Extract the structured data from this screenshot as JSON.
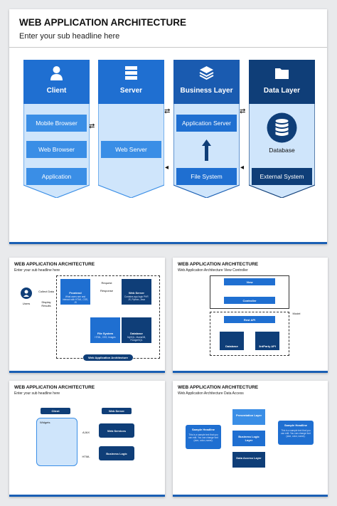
{
  "main": {
    "title": "WEB APPLICATION ARCHITECTURE",
    "subtitle": "Enter your sub headline here",
    "columns": [
      {
        "label": "Client",
        "icon": "user-icon",
        "items": [
          "Mobile Browser",
          "Web Browser",
          "Application"
        ]
      },
      {
        "label": "Server",
        "icon": "server-icon",
        "items": [
          "Web Server"
        ]
      },
      {
        "label": "Business Layer",
        "icon": "layers-icon",
        "items": [
          "Application Server",
          "File System"
        ]
      },
      {
        "label": "Data Layer",
        "icon": "folder-icon",
        "items": [
          "Database",
          "External System"
        ]
      }
    ],
    "colors": {
      "accent": "#1a5fb4",
      "light": "#cfe5fb",
      "dark": "#0f3e78"
    }
  },
  "thumb1": {
    "title": "WEB APPLICATION ARCHITECTURE",
    "subtitle": "Enter your sub headline here",
    "users": "Users",
    "collect": "Collect Data",
    "display": "Display Results",
    "request": "Request",
    "response": "Response",
    "frontend": "Frontend",
    "frontend_desc": "What users see and interact with HTML, CSS, JS",
    "webserver": "Web Server",
    "webserver_desc": "Contains app logic PHP, JS, Python, Java",
    "filesystem": "File System",
    "filesystem_desc": "HTML, CSS, Images",
    "database": "Database",
    "database_desc": "MySQL, MariaDB, PostgreSQL",
    "footer": "Web Application Architecture"
  },
  "thumb2": {
    "title": "WEB APPLICATION ARCHITECTURE",
    "subtitle": "Web Application Architecture View Controller",
    "view": "View",
    "controller": "Controller",
    "restapi": "Rest API",
    "model": "Model",
    "database": "Database",
    "thirdparty": "3rdParty API"
  },
  "thumb3": {
    "title": "WEB APPLICATION ARCHITECTURE",
    "subtitle": "Enter your sub headline here",
    "client": "Client",
    "widgets": "Widgets",
    "webserver": "Web Server",
    "webservices": "Web Services",
    "businesslogic": "Business Logic",
    "ajax": "AJAX",
    "html": "HTML"
  },
  "thumb4": {
    "title": "WEB APPLICATION ARCHITECTURE",
    "subtitle": "Web Application Architecture Data Access",
    "presentation": "Presentation Layer",
    "business": "Business Logic Layer",
    "dataaccess": "Data Access Layer",
    "sample_head": "Sample Headline",
    "sample_text": "This is a sample text that you can edit. You can change font (size, color, name)."
  }
}
